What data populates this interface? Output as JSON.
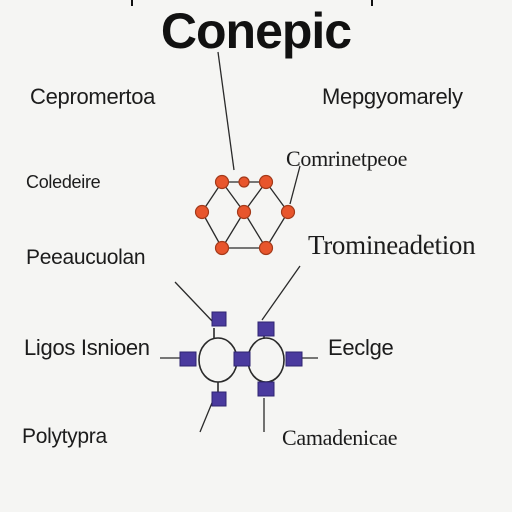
{
  "title": "Conepic",
  "labels": {
    "top_left": "Cepromertoa",
    "top_right": "Mepgyomarely",
    "mid_right": "Comrinetpeoe",
    "mid_left": "Coledeire",
    "pce": "Peeaucuolan",
    "tromin": "Tromineadetion",
    "ligos": "Ligos Isnioen",
    "eeclge": "Eeclge",
    "polytypra": "Polytypra",
    "camadenicae": "Camadenicae"
  },
  "colors": {
    "node_fill": "#e8552c",
    "node_stroke": "#a33a1a",
    "square_fill": "#4a3a9e",
    "line": "#2a2a2a",
    "background": "#f5f5f3"
  }
}
